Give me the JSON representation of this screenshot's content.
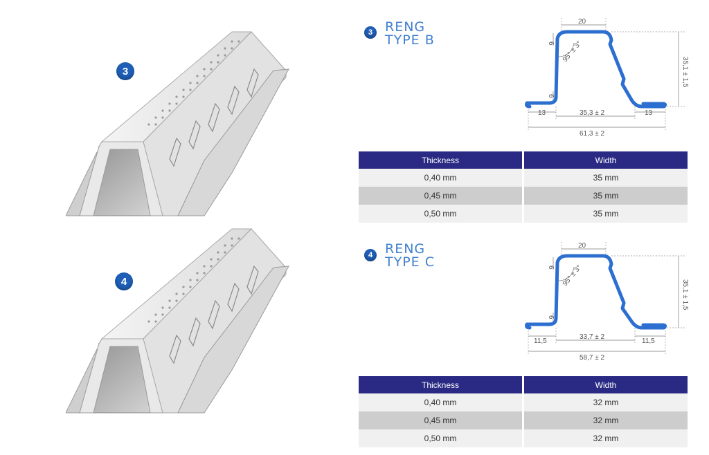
{
  "sections": [
    {
      "number": "3",
      "title_line1": "RENG",
      "title_line2": "TYPE B",
      "dims": {
        "top": "20",
        "height": "35,1 ± 1,5",
        "lip_top": "6",
        "lip_bottom": "6",
        "angle": "95° ± 3°",
        "flange_left": "13",
        "flange_right": "13",
        "base": "35,3 ± 2",
        "total": "61,3 ± 2"
      },
      "table": {
        "headers": [
          "Thickness",
          "Width"
        ],
        "rows": [
          [
            "0,40 mm",
            "35 mm"
          ],
          [
            "0,45 mm",
            "35 mm"
          ],
          [
            "0,50 mm",
            "35 mm"
          ]
        ]
      }
    },
    {
      "number": "4",
      "title_line1": "RENG",
      "title_line2": "TYPE C",
      "dims": {
        "top": "20",
        "height": "35,1 ± 1,5",
        "lip_top": "6",
        "lip_bottom": "6",
        "angle": "95° ± 3°",
        "flange_left": "11,5",
        "flange_right": "11,5",
        "base": "33,7 ± 2",
        "total": "58,7 ± 2"
      },
      "table": {
        "headers": [
          "Thickness",
          "Width"
        ],
        "rows": [
          [
            "0,40 mm",
            "32 mm"
          ],
          [
            "0,45 mm",
            "32 mm"
          ],
          [
            "0,50 mm",
            "32 mm"
          ]
        ]
      }
    }
  ],
  "colors": {
    "accent_blue": "#1f5fb7",
    "title_blue": "#3f7fd0",
    "table_header": "#2a2a84",
    "profile_line": "#2c6fd1"
  }
}
